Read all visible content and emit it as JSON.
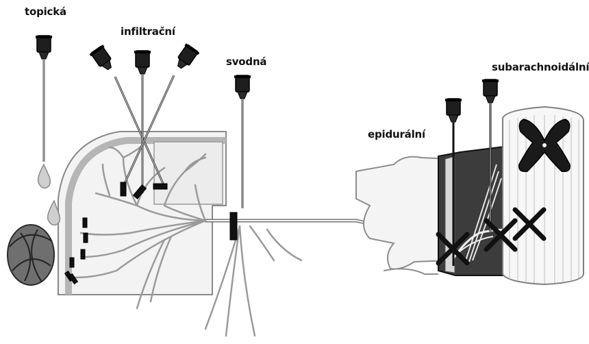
{
  "labels": {
    "topical": "topická",
    "infiltration": "infiltrační",
    "conduction": "svodná",
    "subarachnoid": "subarachnoidální",
    "epidural": "epidurální"
  },
  "colors": {
    "background": "#ffffff",
    "ink": "#111111",
    "skin_fill": "#f2f2f2",
    "tissue_fill": "#e9e9e9",
    "dura_fill": "#3a3a3a",
    "spinal_cord_fill": "#f7f7f7",
    "grey_matter": "#1a1a1a"
  },
  "icons": {
    "needle": "syringe-needle-icon",
    "block_mark": "block-bar-icon",
    "blocked_site": "x-cross-icon",
    "droplet": "droplet-icon"
  }
}
